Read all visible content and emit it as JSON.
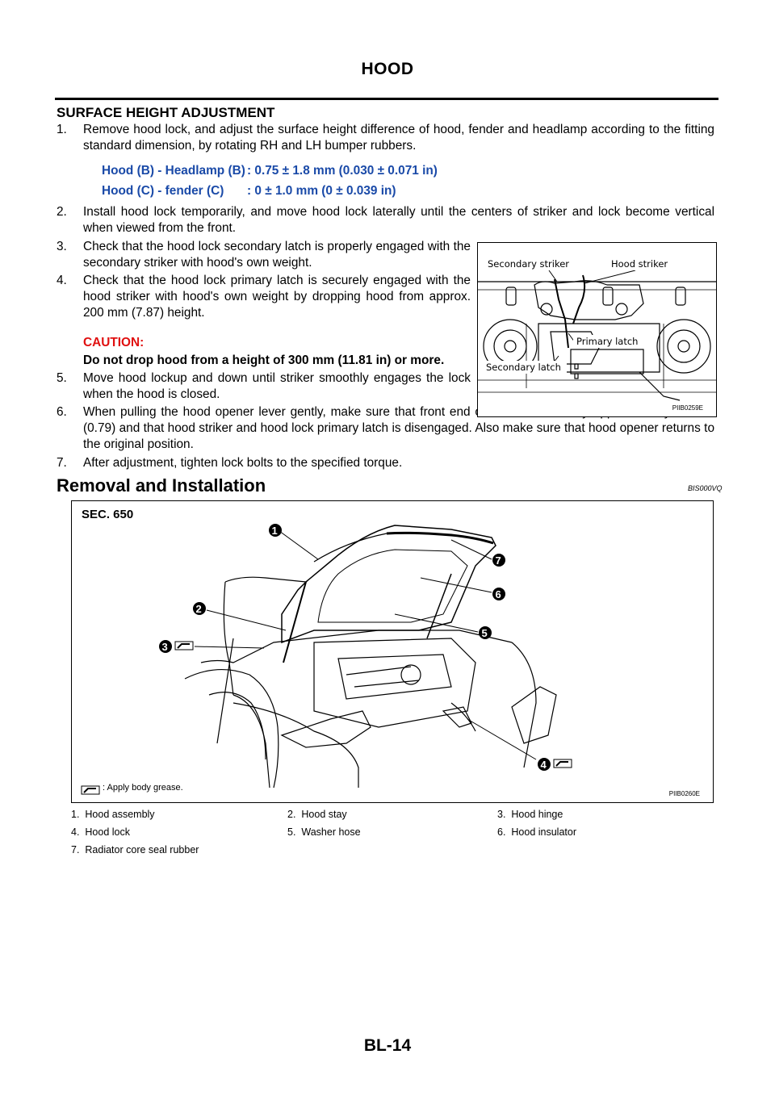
{
  "header": {
    "title": "HOOD"
  },
  "section": {
    "title": "SURFACE HEIGHT ADJUSTMENT",
    "steps": [
      {
        "num": "1.",
        "text": "Remove hood lock, and adjust the surface height difference of hood, fender and headlamp according to the fitting standard dimension, by rotating RH and LH bumper rubbers."
      },
      {
        "num": "2.",
        "text": "Install hood lock temporarily, and move hood lock laterally until the centers of striker and lock become vertical when viewed from the front."
      },
      {
        "num": "3.",
        "text": "Check that the hood lock secondary latch is properly engaged with the secondary striker with hood's own weight."
      },
      {
        "num": "4.",
        "text": "Check that the hood lock primary latch is securely engaged with the hood striker with hood's own weight by dropping hood from approx. 200 mm (7.87) height."
      },
      {
        "num": "5.",
        "text": "Move hood lockup and down until striker smoothly engages the lock when the hood is closed."
      },
      {
        "num": "6.",
        "text": "When pulling the hood opener lever gently, make sure that front end of the hood rises by approximately 20 mm (0.79) and that hood striker and hood lock primary latch is disengaged. Also make sure that hood opener returns to the original position."
      },
      {
        "num": "7.",
        "text": "After adjustment, tighten lock bolts to the specified torque."
      }
    ],
    "specs": [
      {
        "label": "Hood (B) - Headlamp (B)",
        "value": ": 0.75 ± 1.8 mm (0.030 ± 0.071 in)"
      },
      {
        "label": "Hood (C) - fender (C)",
        "value": ": 0 ± 1.0 mm (0 ± 0.039 in)"
      }
    ],
    "caution_label": "CAUTION:",
    "caution_text": "Do not drop hood from a height of 300 mm (11.81 in) or more."
  },
  "figure1": {
    "labels": {
      "secondary_striker": "Secondary striker",
      "hood_striker": "Hood striker",
      "primary_latch": "Primary latch",
      "secondary_latch": "Secondary latch"
    },
    "code": "PIIB0259E"
  },
  "removal": {
    "title": "Removal and Installation",
    "code": "BIS000VQ"
  },
  "figure2": {
    "sec": "SEC. 650",
    "callouts": [
      "1",
      "2",
      "3",
      "4",
      "5",
      "6",
      "7"
    ],
    "grease_note": ": Apply body grease.",
    "code": "PIIB0260E"
  },
  "legend": [
    {
      "num": "1.",
      "text": "Hood assembly"
    },
    {
      "num": "2.",
      "text": "Hood stay"
    },
    {
      "num": "3.",
      "text": "Hood hinge"
    },
    {
      "num": "4.",
      "text": "Hood lock"
    },
    {
      "num": "5.",
      "text": "Washer hose"
    },
    {
      "num": "6.",
      "text": "Hood insulator"
    },
    {
      "num": "7.",
      "text": "Radiator core seal rubber"
    }
  ],
  "footer": {
    "page": "BL-14"
  }
}
